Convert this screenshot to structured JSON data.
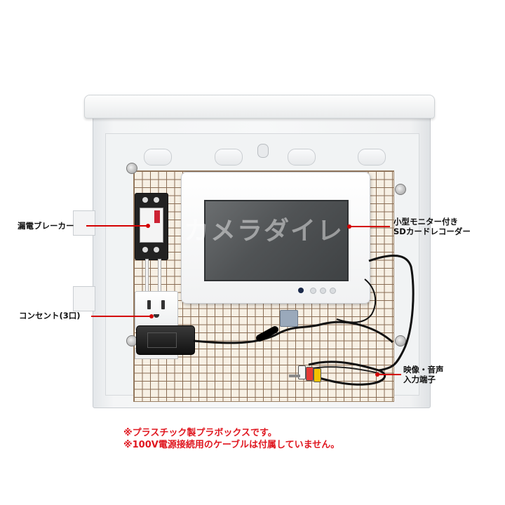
{
  "watermark": "カメラダイレ",
  "labels": {
    "breaker": "漏電ブレーカー",
    "outlet": "コンセント(3口)",
    "monitor_line1": "小型モニター付き",
    "monitor_line2": "SDカードレコーダー",
    "av_line1": "映像・音声",
    "av_line2": "入力端子"
  },
  "notes": [
    "※プラスチック製プラボックスです。",
    "※100V電源接続用のケーブルは付属していません。"
  ],
  "colors": {
    "pointer": "#d40000",
    "note_text": "#e0161f"
  }
}
